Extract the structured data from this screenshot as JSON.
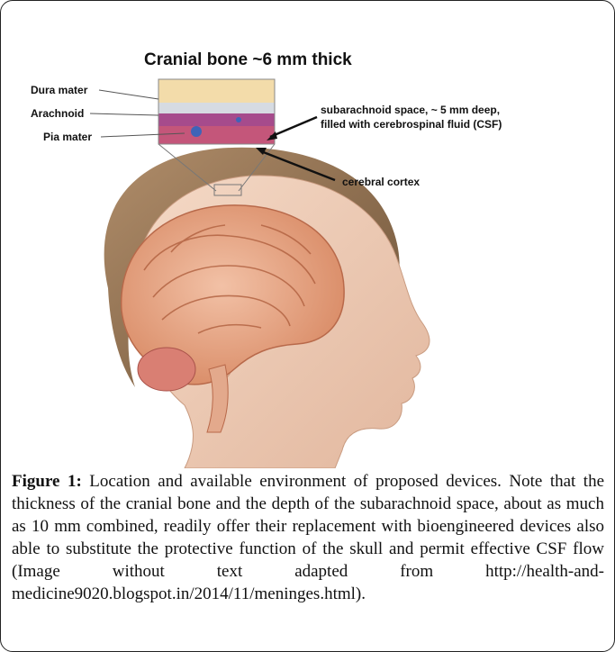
{
  "figure": {
    "title": "Cranial bone ~6 mm thick",
    "labels": {
      "dura": "Dura mater",
      "arachnoid": "Arachnoid",
      "pia": "Pia mater",
      "subarachnoid_line1": "subarachnoid space, ~ 5 mm deep,",
      "subarachnoid_line2": "filled with cerebrospinal fluid (CSF)",
      "cortex": "cerebral cortex"
    }
  },
  "caption": {
    "label": "Figure 1:",
    "text": "Location and available environment of proposed devices. Note that the thickness of the cranial bone and the depth of the subarachnoid space, about as much as 10 mm combined, readily offer their replacement with bioengineered devices also able to substitute the protective function of the skull and permit effective CSF flow (Image without text adapted from http://health-and-medicine9020.blogspot.in/2014/11/meninges.html)."
  }
}
